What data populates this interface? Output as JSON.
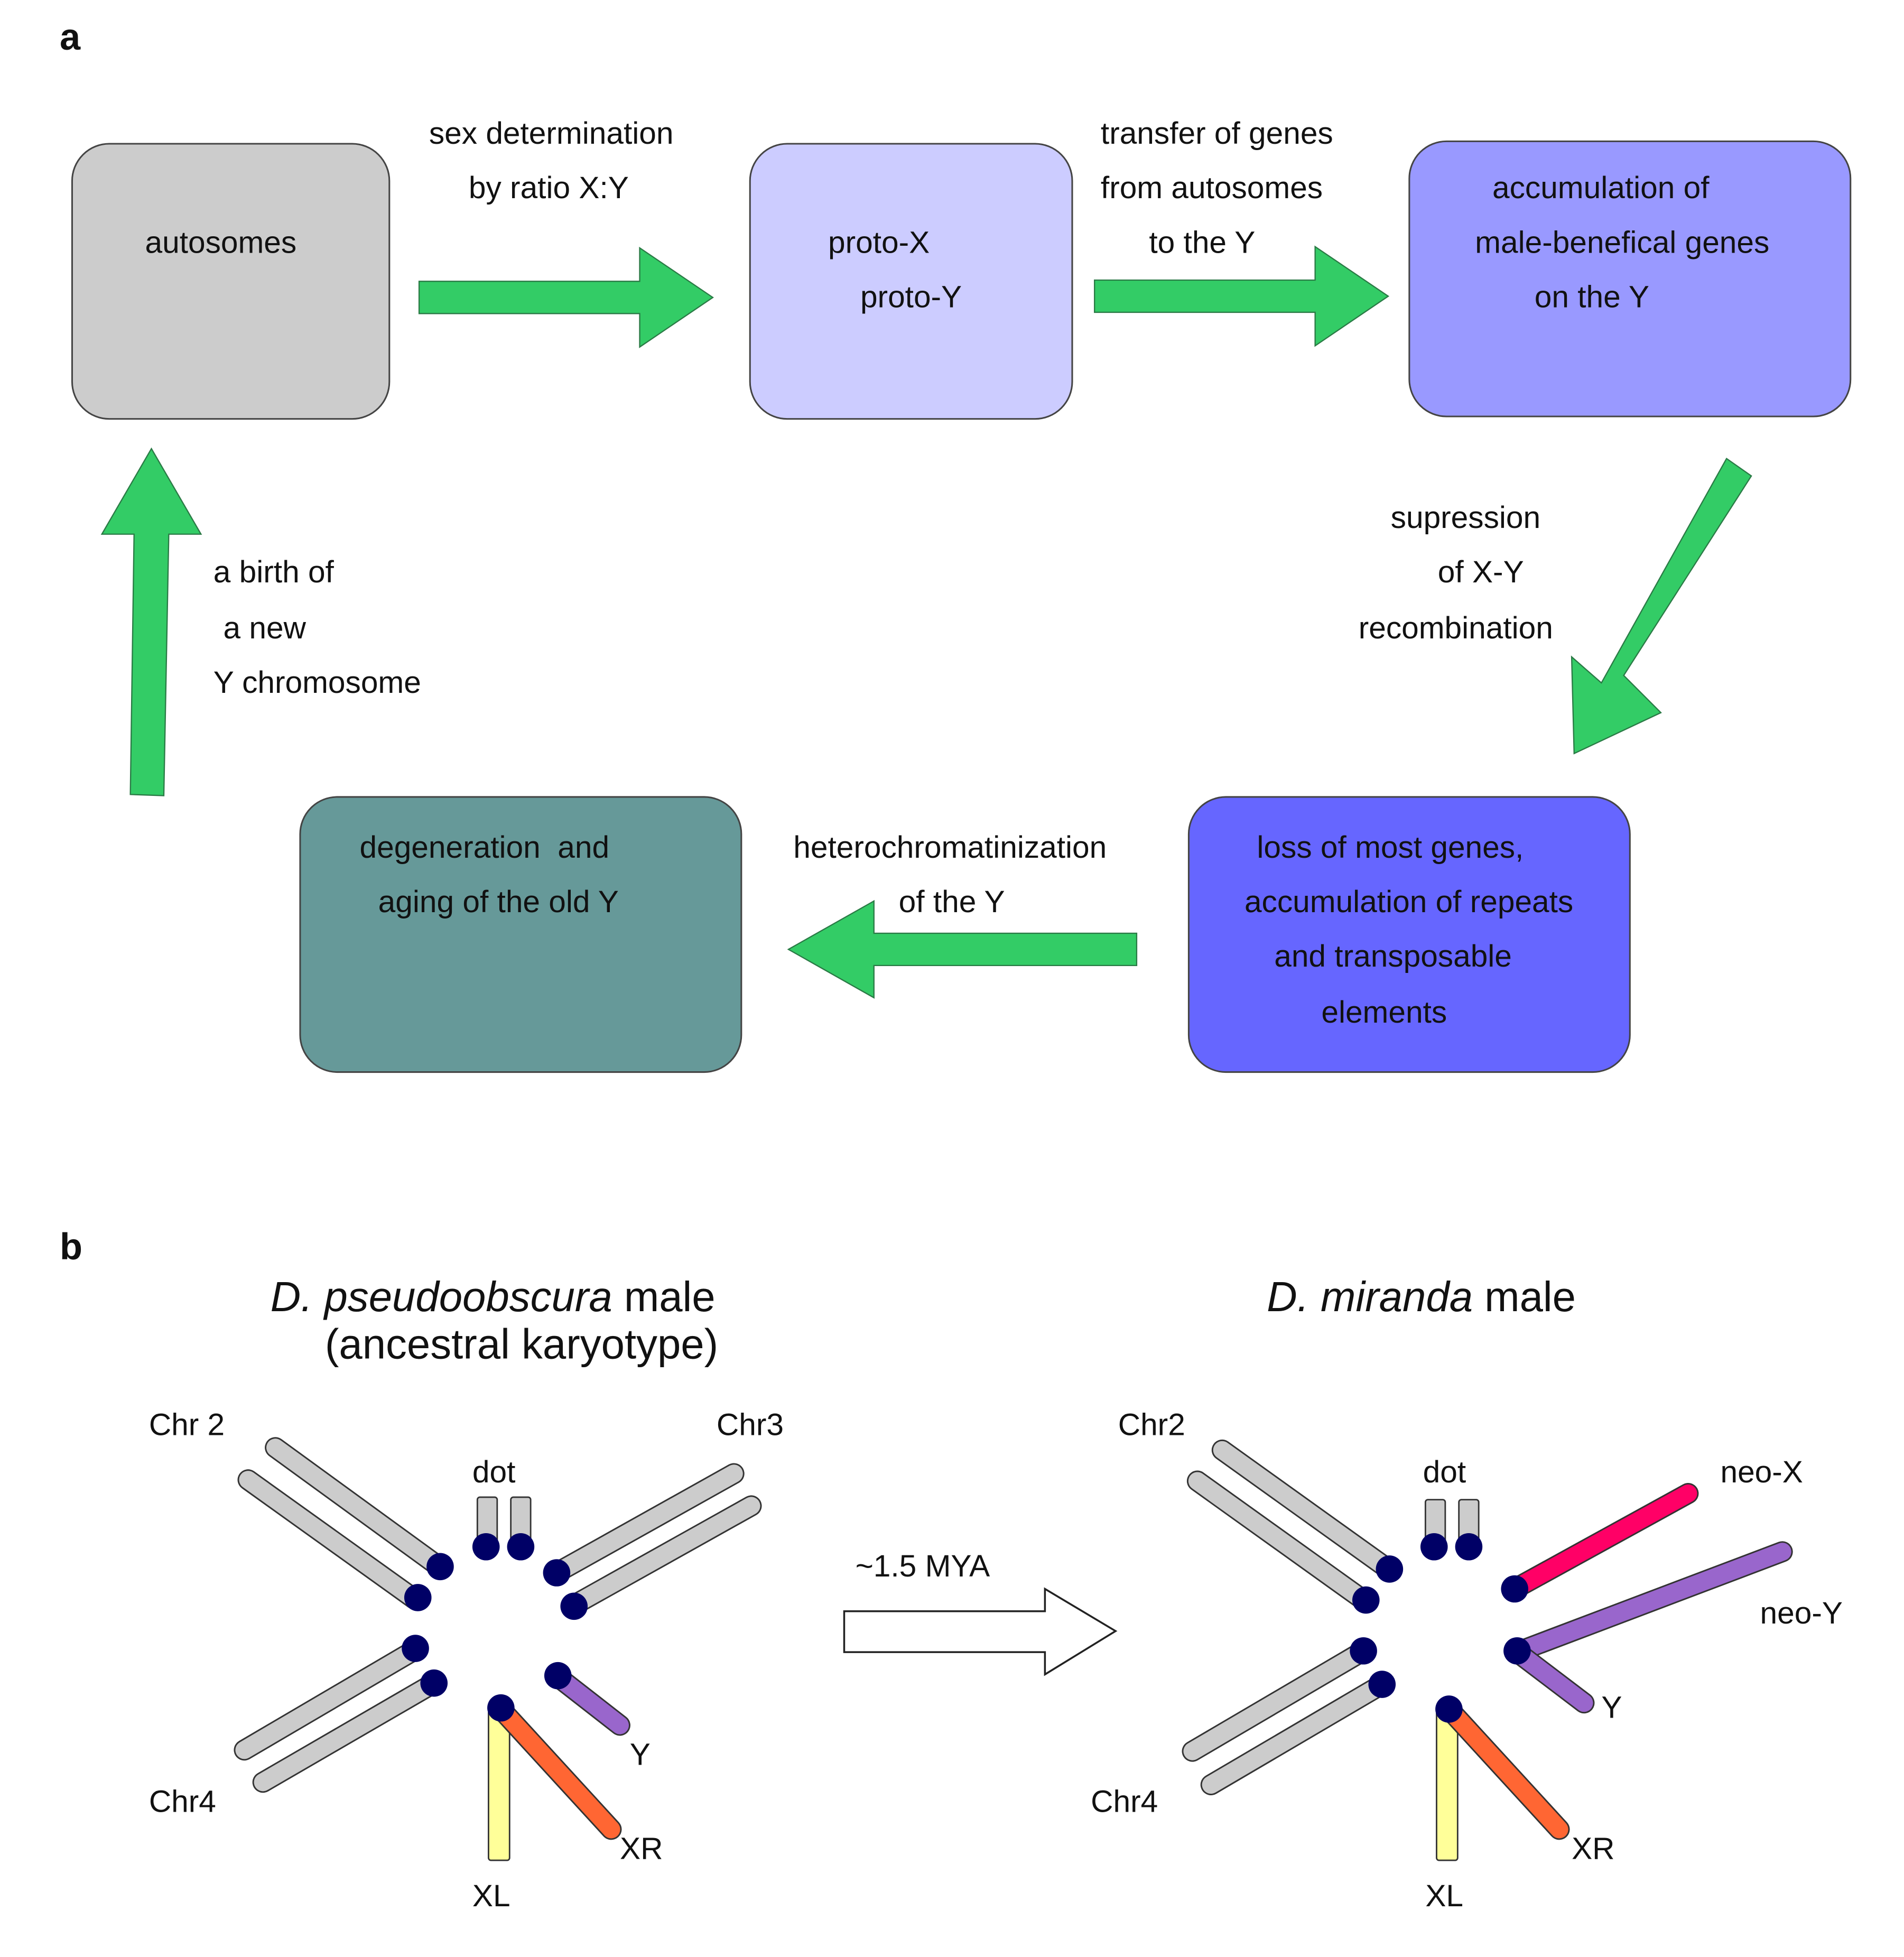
{
  "panel_a": {
    "label": "a",
    "boxes": [
      {
        "id": "autosomes",
        "lines": [
          "autosomes"
        ],
        "color": "#cccccc"
      },
      {
        "id": "proto",
        "lines": [
          "proto-X",
          "proto-Y"
        ],
        "color": "#ccccff"
      },
      {
        "id": "accumulation",
        "lines": [
          "accumulation of",
          "male-benefical genes",
          "on the Y"
        ],
        "color": "#9999ff"
      },
      {
        "id": "loss",
        "lines": [
          "loss of most genes,",
          "accumulation of repeats",
          "and transposable",
          "elements"
        ],
        "color": "#6666ff"
      },
      {
        "id": "degeneration",
        "lines": [
          "degeneration  and",
          "aging of the old Y"
        ],
        "color": "#669999"
      }
    ],
    "arrows": [
      {
        "id": "sex-determination",
        "lines": [
          "sex determination",
          "by ratio X:Y"
        ]
      },
      {
        "id": "transfer",
        "lines": [
          "transfer of genes",
          "from autosomes",
          "to the Y"
        ]
      },
      {
        "id": "suppression",
        "lines": [
          "supression",
          "of X-Y",
          "recombination"
        ]
      },
      {
        "id": "heterochromatinization",
        "lines": [
          "heterochromatinization",
          "of the Y"
        ]
      },
      {
        "id": "birth",
        "lines": [
          "a birth of",
          "a new",
          "Y chromosome"
        ]
      }
    ],
    "arrow_color": "#33cc66"
  },
  "panel_b": {
    "label": "b",
    "left": {
      "title_species": "D. pseudoobscura",
      "title_rest": " male",
      "subtitle": "(ancestral karyotype)",
      "labels": {
        "chr2": "Chr 2",
        "chr3": "Chr3",
        "dot": "dot",
        "chr4": "Chr4",
        "y": "Y",
        "xr": "XR",
        "xl": "XL"
      }
    },
    "transition": {
      "label": "~1.5 MYA"
    },
    "right": {
      "title_species": "D. miranda",
      "title_rest": " male",
      "labels": {
        "chr2": "Chr2",
        "dot": "dot",
        "neo_x": "neo-X",
        "neo_y": "neo-Y",
        "chr4": "Chr4",
        "y": "Y",
        "xr": "XR",
        "xl": "XL"
      }
    },
    "colors": {
      "autosome": "#cccccc",
      "centromere": "#000066",
      "neo_x": "#ff0066",
      "y": "#9966cc",
      "xr": "#ff6633",
      "xl": "#ffff99"
    }
  }
}
